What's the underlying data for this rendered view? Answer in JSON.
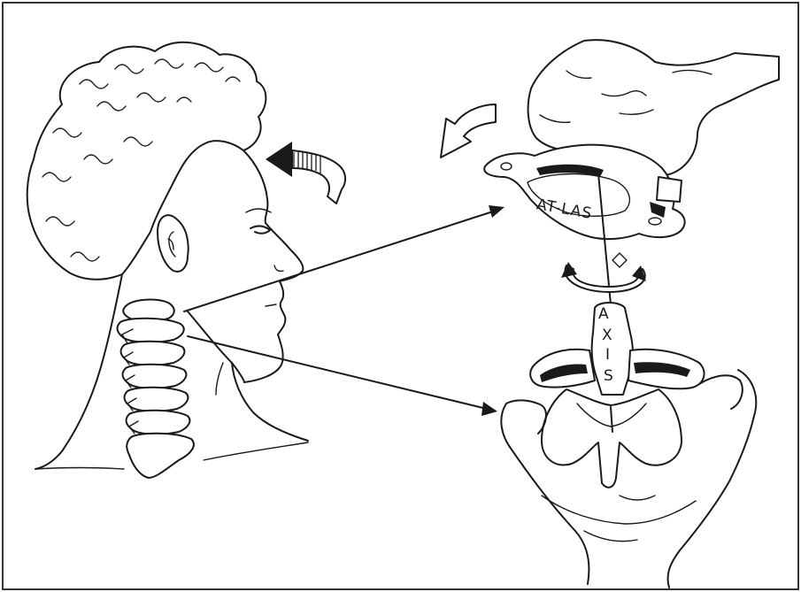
{
  "figure": {
    "labels": {
      "atlas": "AT-LAS",
      "axis_letters": [
        "A",
        "X",
        "I",
        "S"
      ]
    },
    "colors": {
      "ink": "#1a1a1a",
      "background": "#ffffff",
      "border": "#333333"
    }
  }
}
